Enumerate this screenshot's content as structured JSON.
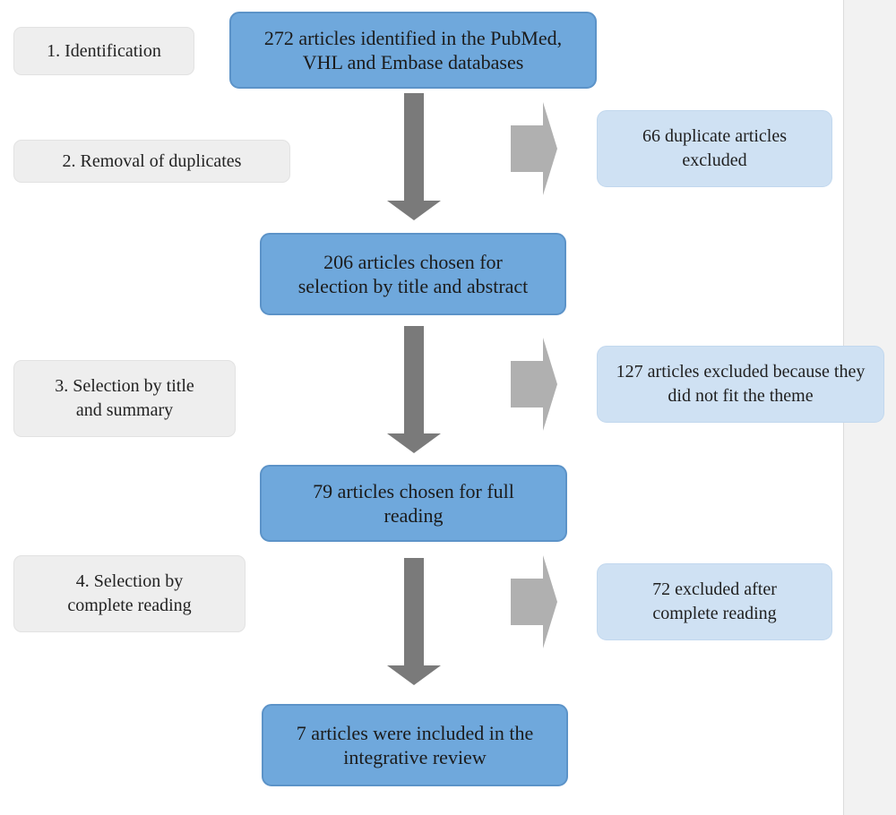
{
  "stages": [
    {
      "id": "identification",
      "label": "1. Identification"
    },
    {
      "id": "removal",
      "label": "2. Removal of duplicates"
    },
    {
      "id": "selection-title",
      "label": "3. Selection by title and summary"
    },
    {
      "id": "selection-reading",
      "label": "4. Selection by complete reading"
    }
  ],
  "main_boxes": [
    {
      "id": "identified",
      "text": "272 articles identified in the PubMed, VHL and Embase databases"
    },
    {
      "id": "chosen-title",
      "text": "206 articles chosen for selection by title and abstract"
    },
    {
      "id": "chosen-full",
      "text": "79 articles chosen for full reading"
    },
    {
      "id": "included",
      "text": "7 articles were included in the integrative review"
    }
  ],
  "exclusions": [
    {
      "id": "duplicates",
      "text": "66 duplicate articles excluded"
    },
    {
      "id": "theme",
      "text": "127 articles excluded because they did not fit the theme"
    },
    {
      "id": "complete-reading",
      "text": "72 excluded after complete reading"
    }
  ],
  "colors": {
    "main_box": "#6fa8dc",
    "exclusion_box": "#cfe1f3",
    "stage_box": "#eeeeee",
    "down_arrow": "#7a7a7a",
    "side_arrow": "#b0b0b0"
  }
}
